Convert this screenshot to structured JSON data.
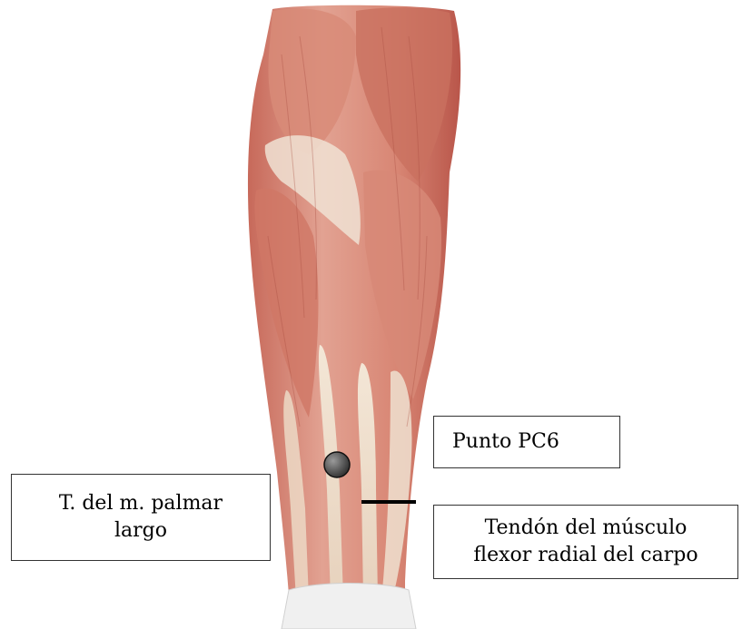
{
  "figure": {
    "colors": {
      "muscle_base": "#d9907f",
      "muscle_dark": "#b9564a",
      "tendon": "#f1e2cf",
      "marker": "#4a4a4a",
      "pointer_line": "#000000",
      "background": "#ffffff"
    }
  },
  "labels": {
    "point": "Punto PC6",
    "palmaris": [
      "T. del m. palmar",
      "largo"
    ],
    "flexor": [
      "Tendón del  músculo",
      "flexor radial del carpo"
    ]
  }
}
